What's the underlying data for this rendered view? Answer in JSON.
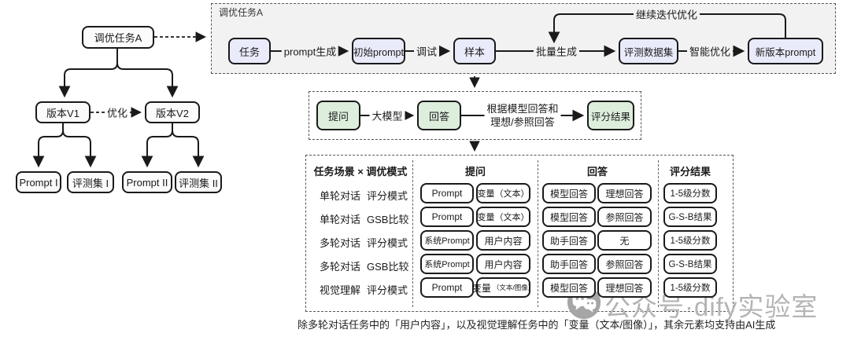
{
  "left_flow": {
    "task": "调优任务A",
    "v1": "版本V1",
    "v2": "版本V2",
    "optimize_label": "优化",
    "prompt1": "Prompt I",
    "evalset1": "评测集 I",
    "prompt2": "Prompt II",
    "evalset2": "评测集 II"
  },
  "pipeline": {
    "container_label": "调优任务A",
    "nodes": [
      "任务",
      "初始prompt",
      "样本",
      "评测数据集",
      "新版本prompt"
    ],
    "edge_labels": [
      "prompt生成",
      "调试",
      "批量生成",
      "智能优化"
    ],
    "loop_label": "继续迭代优化"
  },
  "eval_flow": {
    "ask": "提问",
    "model_label": "大模型",
    "answer": "回答",
    "score_edge_line1": "根据模型回答和",
    "score_edge_line2": "理想/参照回答",
    "result": "评分结果"
  },
  "table": {
    "col1_header": "任务场景 × 调优模式",
    "col2_header": "提问",
    "col3_header": "回答",
    "col4_header": "评分结果",
    "rows": [
      {
        "scene": "单轮对话",
        "mode": "评分模式",
        "ask1": "Prompt",
        "ask2": "变量（文本）",
        "ans1": "模型回答",
        "ans2": "理想回答",
        "result": "1-5级分数"
      },
      {
        "scene": "单轮对话",
        "mode": "GSB比较",
        "ask1": "Prompt",
        "ask2": "变量（文本）",
        "ans1": "模型回答",
        "ans2": "参照回答",
        "result": "G-S-B结果"
      },
      {
        "scene": "多轮对话",
        "mode": "评分模式",
        "ask1": "系统Prompt",
        "ask2": "用户内容",
        "ans1": "助手回答",
        "ans2": "无",
        "result": "1-5级分数"
      },
      {
        "scene": "多轮对话",
        "mode": "GSB比较",
        "ask1": "系统Prompt",
        "ask2": "用户内容",
        "ans1": "助手回答",
        "ans2": "参照回答",
        "result": "G-S-B结果"
      },
      {
        "scene": "视觉理解",
        "mode": "评分模式",
        "ask1": "Prompt",
        "ask2": "变量",
        "ask2_small": "（文本/图像）",
        "ans1": "模型回答",
        "ans2": "理想回答",
        "result": "1-5级分数"
      }
    ]
  },
  "footnote": "除多轮对话任务中的「用户内容」，以及视觉理解任务中的「变量（文本/图像）」，其余元素均支持由AI生成",
  "watermark": {
    "text": "公众号·dify实验室",
    "icon": "wechat-icon"
  },
  "colors": {
    "node_blue": "#e9ebfa",
    "node_green": "#ddeedd",
    "border": "#1a1a1a",
    "container_bg": "#f2f2f2",
    "watermark_gray": "#b4b4b4"
  }
}
